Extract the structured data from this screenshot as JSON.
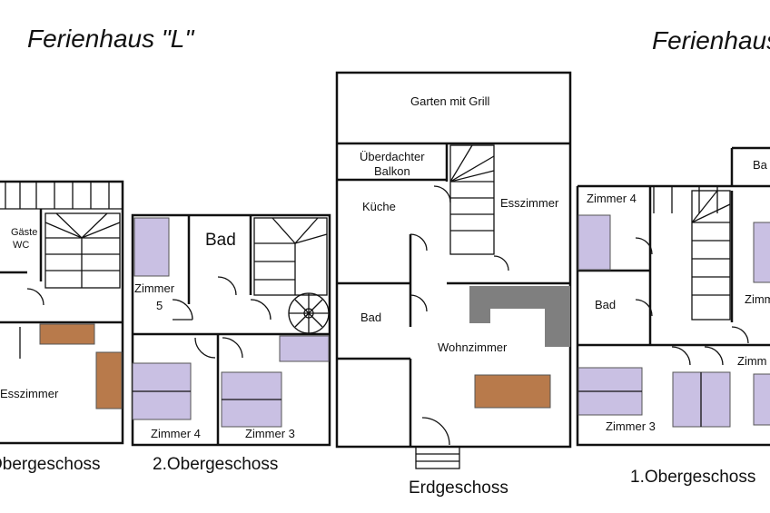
{
  "titles": {
    "left": "Ferienhaus \"L\"",
    "right": "Ferienhaus"
  },
  "floor_labels": {
    "f1_left": "Obergeschoss",
    "f2": "2.Obergeschoss",
    "ground": "Erdgeschoss",
    "f1_right": "1.Obergeschoss"
  },
  "rooms": {
    "gaeste_wc_1": "Gäste",
    "gaeste_wc_2": "WC",
    "esszimmer_left": "Esszimmer",
    "bad_f2": "Bad",
    "zimmer5_1": "Zimmer",
    "zimmer5_2": "5",
    "zimmer4_f2": "Zimmer 4",
    "zimmer3_f2": "Zimmer 3",
    "garten": "Garten mit Grill",
    "balkon_1": "Überdachter",
    "balkon_2": "Balkon",
    "kueche": "Küche",
    "esszimmer_ground": "Esszimmer",
    "bad_ground": "Bad",
    "wohnzimmer": "Wohnzimmer",
    "zimmer4_right": "Zimmer 4",
    "bad_right": "Bad",
    "bad_right_top": "Ba",
    "zimmer_right_1": "Zimm",
    "zimmer_right_2": "Zimm",
    "zimmer3_right": "Zimmer 3"
  }
}
